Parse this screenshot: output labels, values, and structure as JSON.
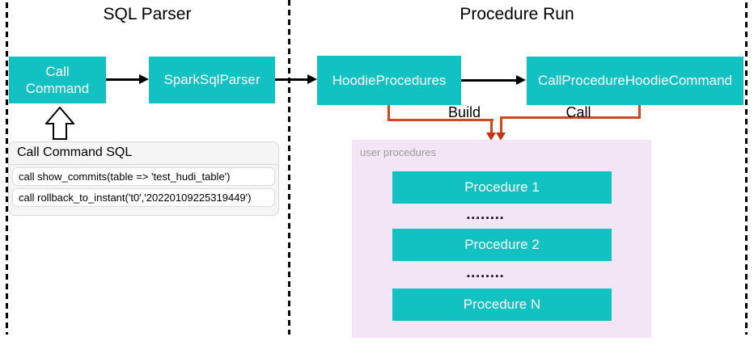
{
  "sections": {
    "sql_parser": {
      "title": "SQL Parser"
    },
    "procedure_run": {
      "title": "Procedure Run"
    }
  },
  "nodes": {
    "call_command": "Call Command",
    "spark_sql_parser": "SparkSqlParser",
    "hoodie_procedures": "HoodieProcedures",
    "call_procedure_hoodie_command": "CallProcedureHoodieCommand"
  },
  "edge_labels": {
    "build": "Build",
    "call": "Call"
  },
  "sql_panel": {
    "header": "Call Command SQL",
    "rows": [
      "call show_commits(table => 'test_hudi_table')",
      "call rollback_to_instant('t0','20220109225319449')"
    ]
  },
  "user_procedures": {
    "label": "user procedures",
    "items": [
      "Procedure 1",
      "Procedure 2",
      "Procedure N"
    ],
    "ellipsis": "▪▪▪▪▪▪▪▪"
  },
  "colors": {
    "node_fill": "#12C2C3",
    "connector_orange": "#D2481E",
    "arrowhead_red": "#C43512",
    "container_purple": "#F3E5F5",
    "panel_gray": "#F5F5F5",
    "muted_label_gray": "#999999"
  }
}
